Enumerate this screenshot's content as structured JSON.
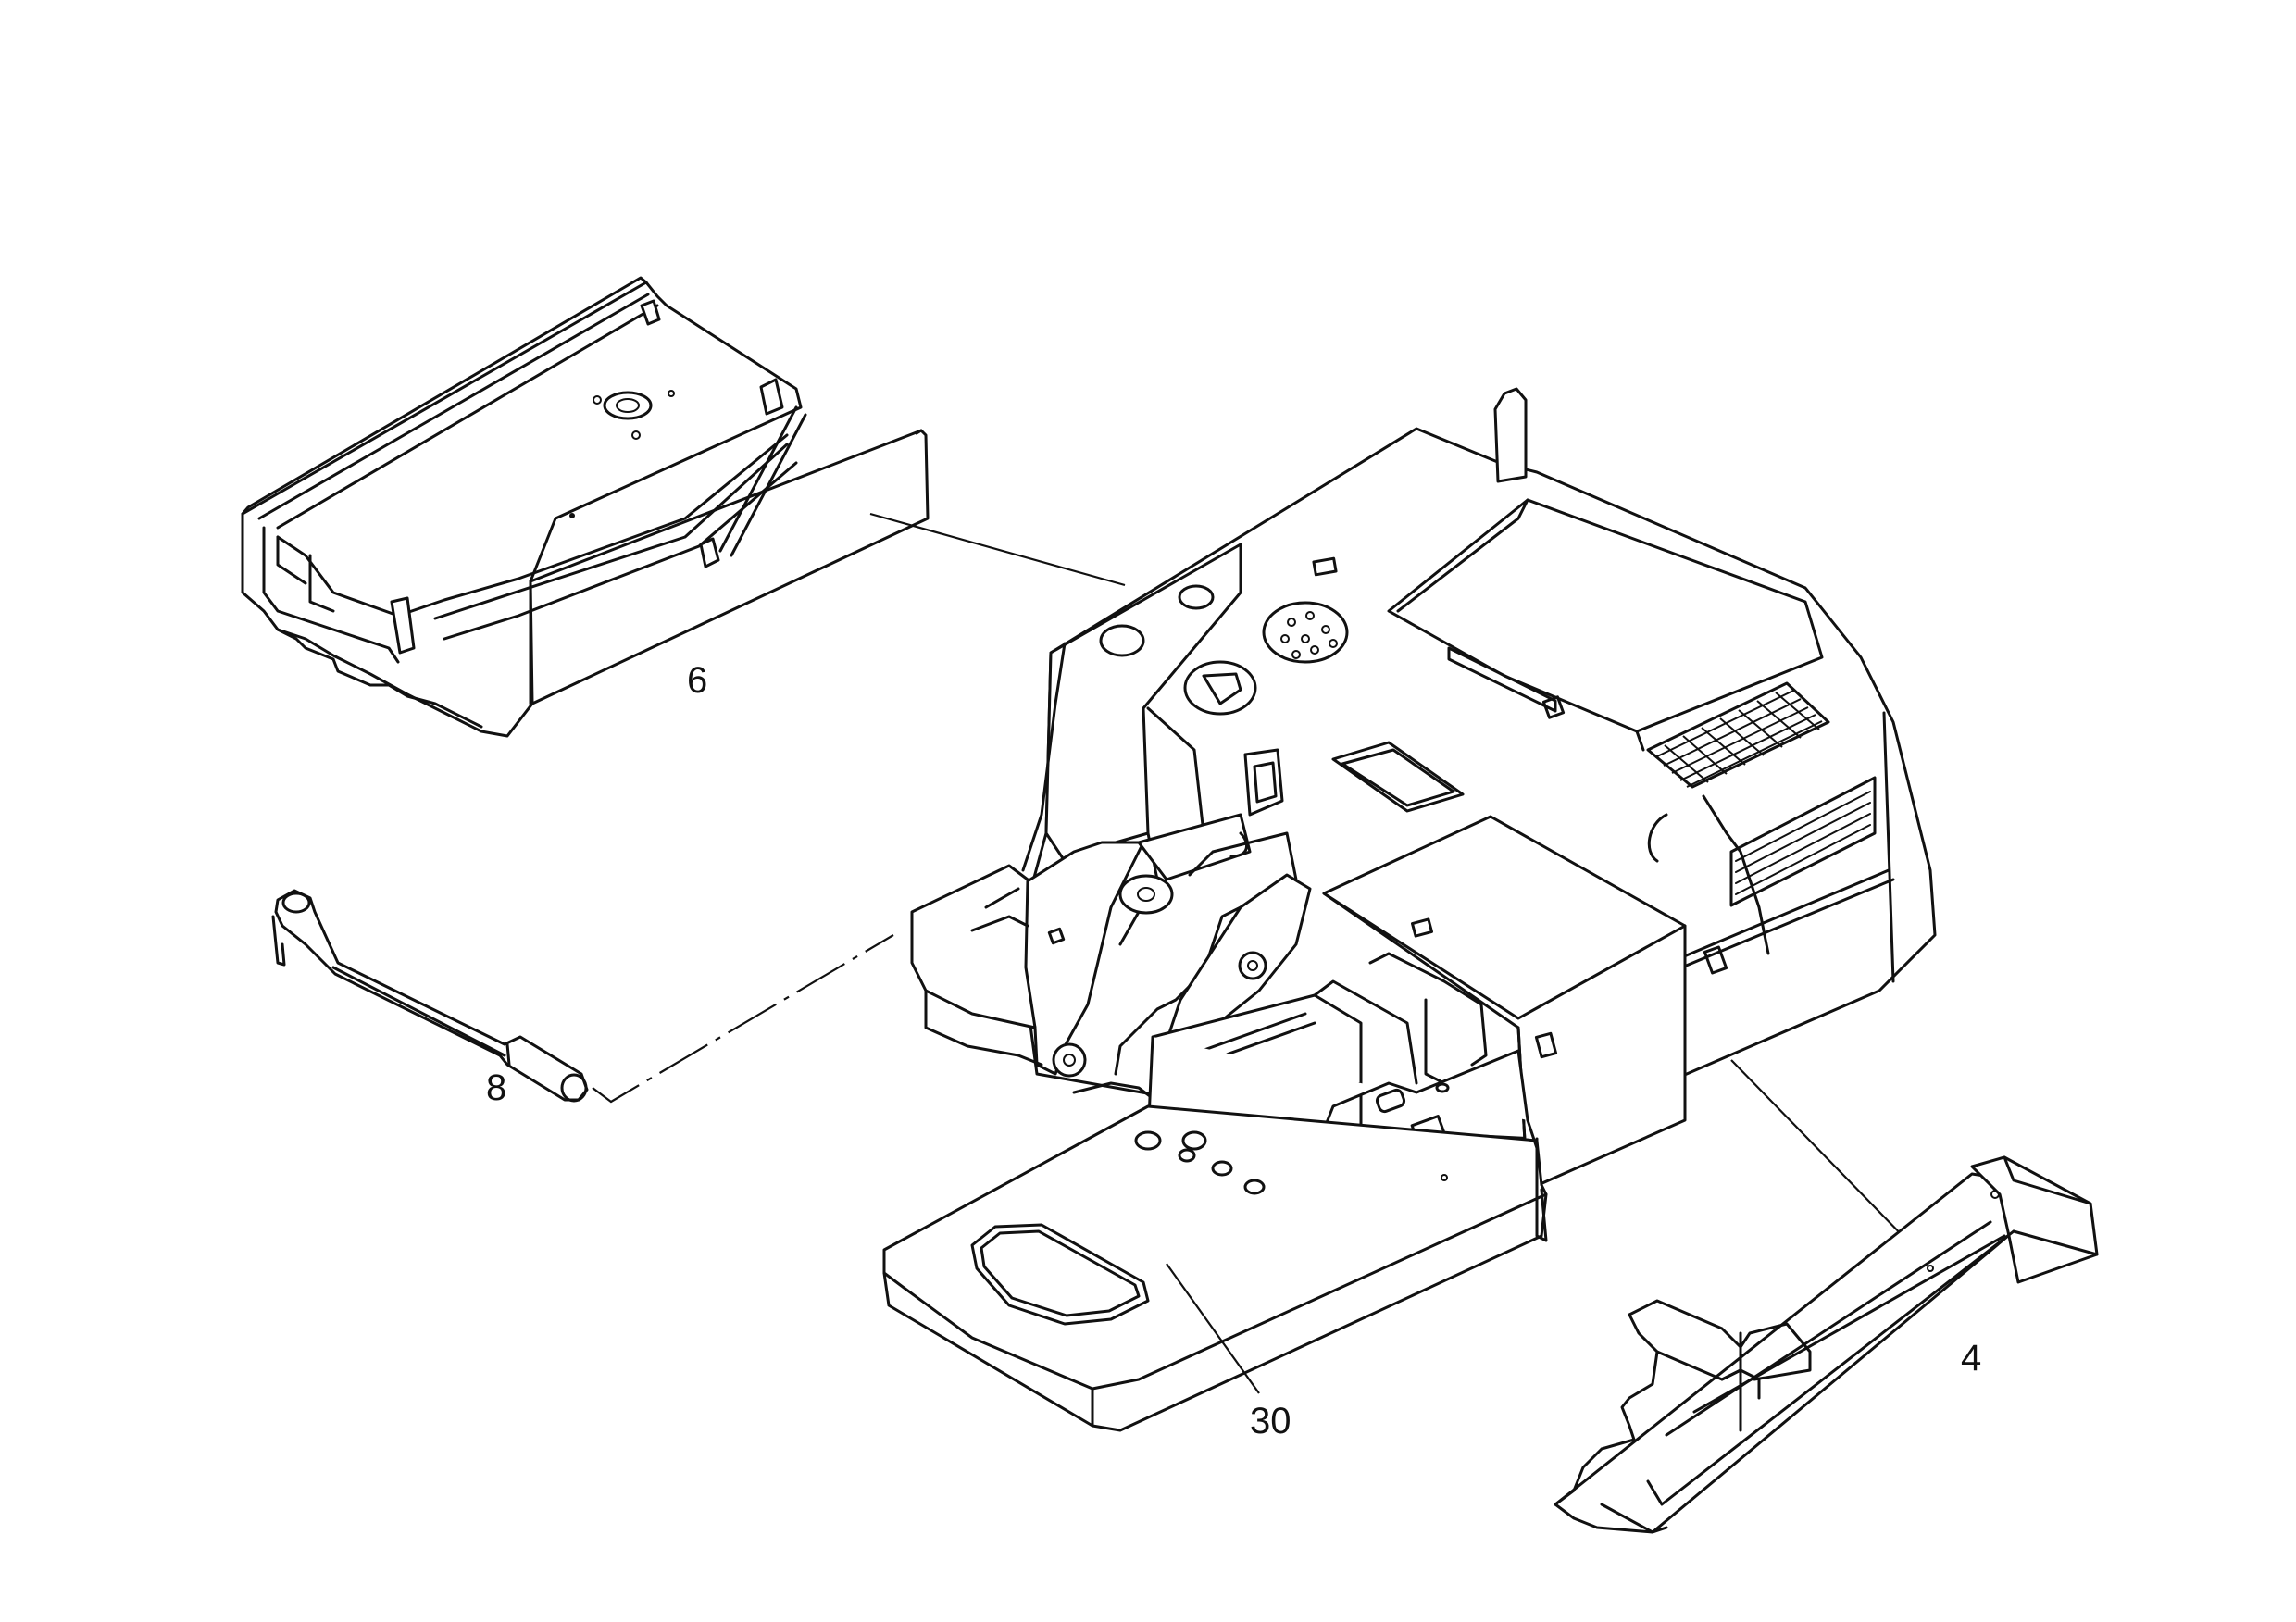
{
  "callouts": {
    "part_6": "6",
    "part_8": "8",
    "part_30": "30",
    "part_4": "4"
  },
  "colors": {
    "line": "#111111",
    "background": "#ffffff"
  }
}
